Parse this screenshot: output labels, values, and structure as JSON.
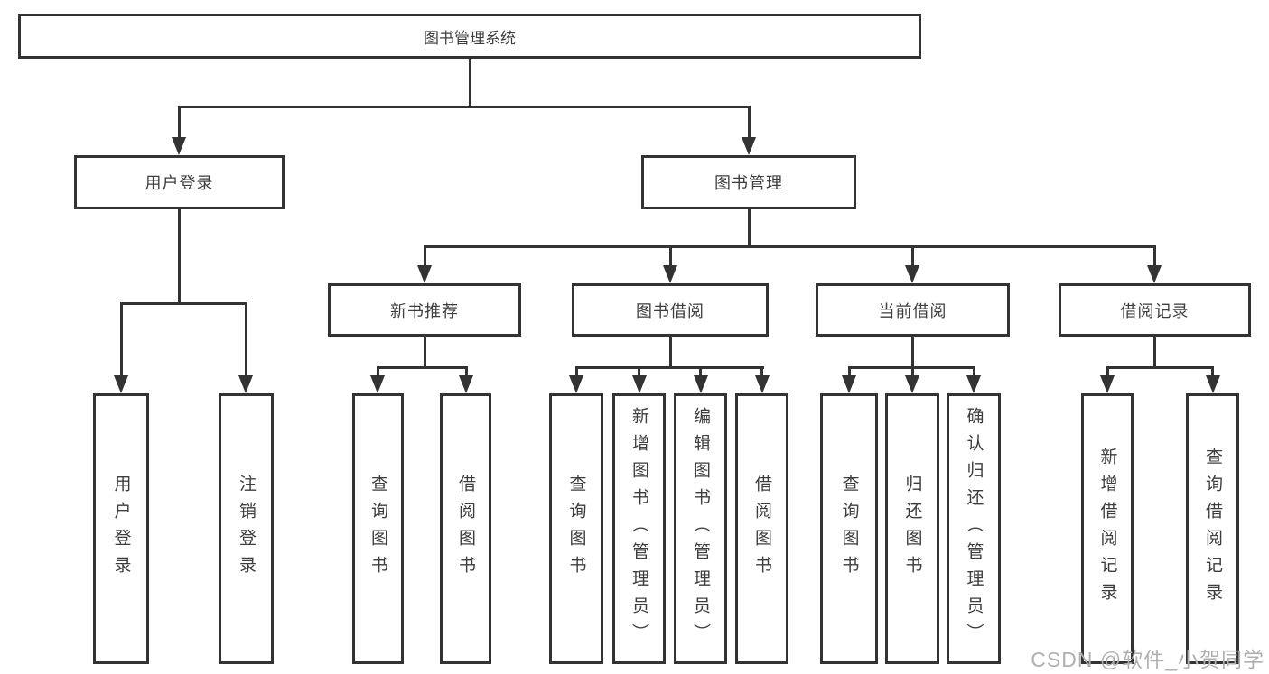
{
  "tree": {
    "root": "图书管理系统",
    "branches": [
      {
        "label": "用户登录",
        "children": [
          "用户登录",
          "注销登录"
        ]
      },
      {
        "label": "图书管理",
        "children": [
          {
            "label": "新书推荐",
            "children": [
              "查询图书",
              "借阅图书"
            ]
          },
          {
            "label": "图书借阅",
            "children": [
              "查询图书",
              "新增图书（管理员）",
              "编辑图书（管理员）",
              "借阅图书"
            ]
          },
          {
            "label": "当前借阅",
            "children": [
              "查询图书",
              "归还图书",
              "确认归还（管理员）"
            ]
          },
          {
            "label": "借阅记录",
            "children": [
              "新增借阅记录",
              "查询借阅记录"
            ]
          }
        ]
      }
    ]
  },
  "watermark": "CSDN @软件_小贺同学",
  "colors": {
    "line": "#333333",
    "text": "#3d3d3d",
    "background": "#ffffff",
    "watermark": "#b0b0b0"
  }
}
